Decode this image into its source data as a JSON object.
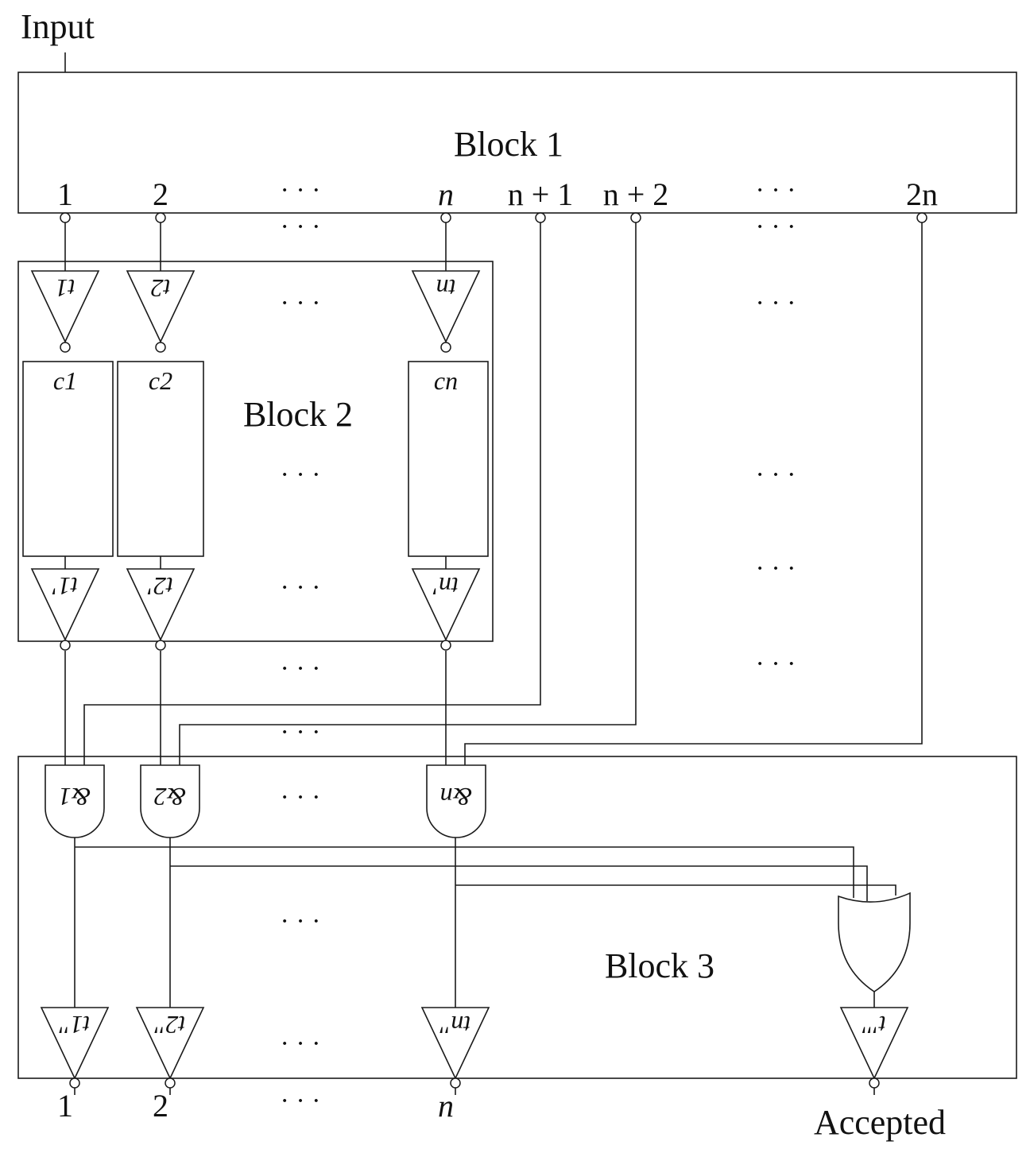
{
  "input_label": "Input",
  "accepted_label": "Accepted",
  "blocks": {
    "b1": "Block 1",
    "b2": "Block 2",
    "b3": "Block 3"
  },
  "block1_outputs": [
    "1",
    "2",
    "n",
    "n + 1",
    "n + 2",
    "2n"
  ],
  "ellipsis": "· · ·",
  "timers_in": [
    "t1",
    "t2",
    "tn"
  ],
  "channels": [
    "c1",
    "c2",
    "cn"
  ],
  "timers_out": [
    "t1'",
    "t2'",
    "tn'"
  ],
  "and_gates": [
    "&1",
    "&2",
    "&n"
  ],
  "timers_final": [
    "t1''",
    "t2''",
    "tn''"
  ],
  "timer_accept": "t'''",
  "final_outputs": [
    "1",
    "2",
    "n"
  ]
}
